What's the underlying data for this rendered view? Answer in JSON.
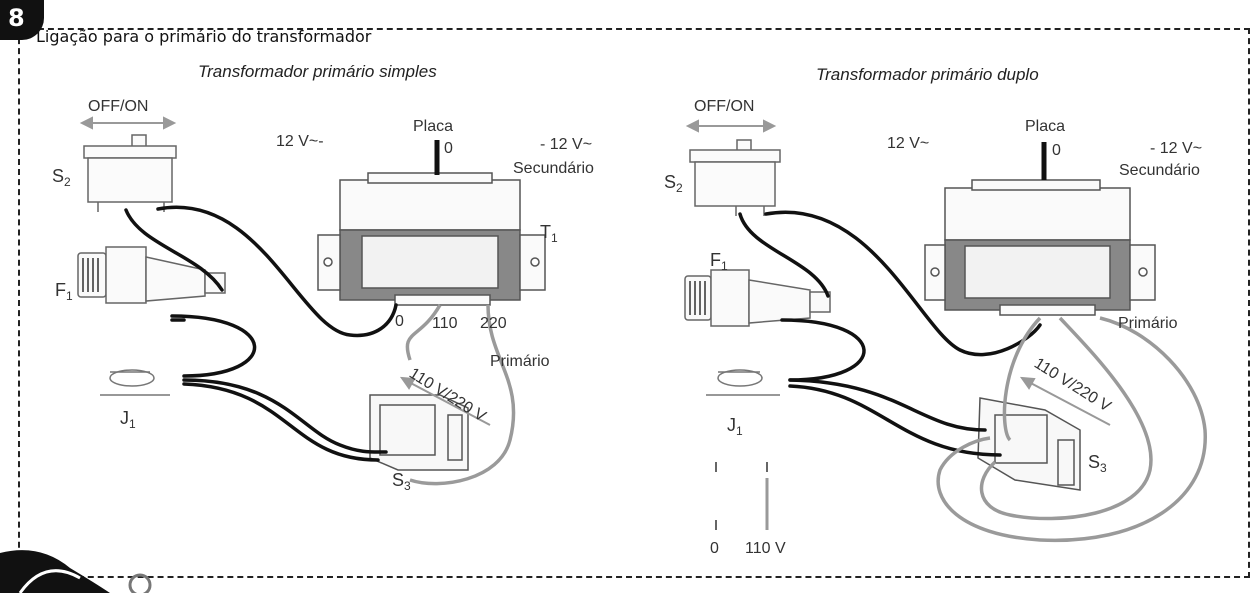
{
  "figure_number": "8",
  "heading": "Ligação para o primário do transformador",
  "left_panel": {
    "title": "Transformador primário simples",
    "off_on": "OFF/ON",
    "switch_s2": "S",
    "switch_s2_sub": "2",
    "fuse_f1": "F",
    "fuse_f1_sub": "1",
    "jack_j1": "J",
    "jack_j1_sub": "1",
    "switch_s3": "S",
    "switch_s3_sub": "3",
    "transformer_t1": "T",
    "transformer_t1_sub": "1",
    "voltage_left": "12 V~-",
    "plate_label": "Placa",
    "plate_zero": "0",
    "voltage_right": "- 12 V~",
    "secondary": "Secundário",
    "tap_0": "0",
    "tap_110": "110",
    "tap_220": "220",
    "primary": "Primário",
    "selector": "110 V/220 V"
  },
  "right_panel": {
    "title": "Transformador primário duplo",
    "off_on": "OFF/ON",
    "switch_s2": "S",
    "switch_s2_sub": "2",
    "fuse_f1": "F",
    "fuse_f1_sub": "1",
    "jack_j1": "J",
    "jack_j1_sub": "1",
    "switch_s3": "S",
    "switch_s3_sub": "3",
    "voltage_left": "12 V~",
    "plate_label": "Placa",
    "plate_zero": "0",
    "voltage_right": "- 12 V~",
    "secondary": "Secundário",
    "primary": "Primário",
    "selector": "110 V/220 V",
    "bottom_0": "0",
    "bottom_110": "110 V"
  },
  "colors": {
    "wire_black": "#111111",
    "wire_gray": "#9a9a9a",
    "outline": "#555555",
    "core": "#7a7a7a"
  }
}
